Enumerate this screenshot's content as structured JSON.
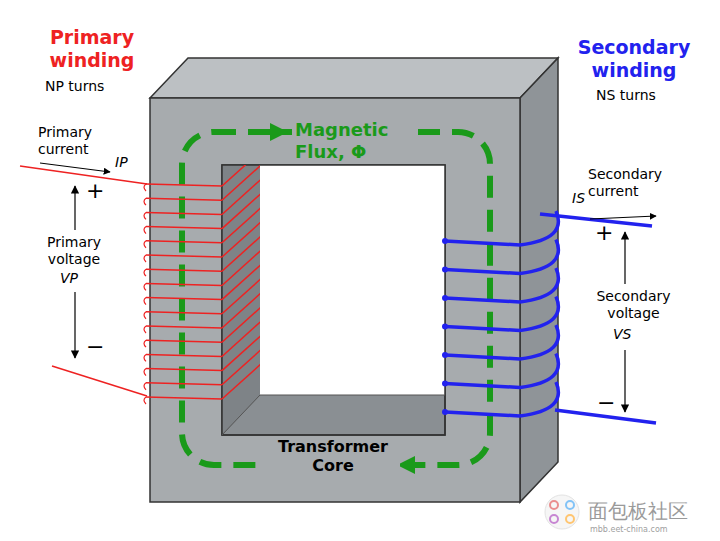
{
  "diagram": {
    "labels": [
      "Primary winding",
      "NP turns",
      "Primary current",
      "IP",
      "+",
      "Primary voltage",
      "VP",
      "−",
      "Magnetic Flux, Φ",
      "Transformer Core",
      "Secondary winding",
      "NS turns",
      "Secondary current",
      "IS",
      "+",
      "Secondary voltage",
      "VS",
      "−",
      "面包板社区",
      "mbb.eet-china.com"
    ]
  }
}
